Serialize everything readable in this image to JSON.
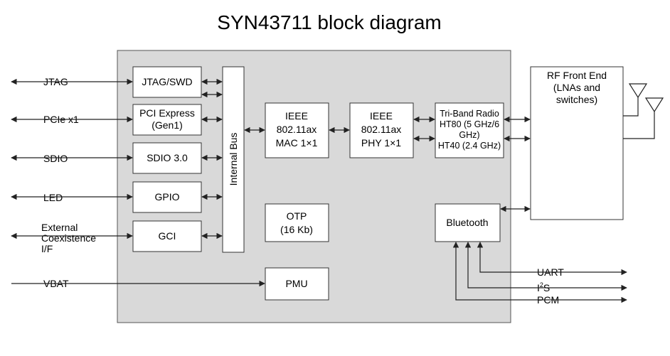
{
  "title": "SYN43711 block diagram",
  "external_signals": {
    "jtag": "JTAG",
    "pcie": "PCIe x1",
    "sdio": "SDIO",
    "led": "LED",
    "coex": [
      "External",
      "Coexistence",
      "I/F"
    ],
    "vbat": "VBAT",
    "uart": "UART",
    "i2s_base": "I",
    "i2s_sup": "2",
    "i2s_tail": "S",
    "pcm": "PCM"
  },
  "blocks": {
    "jtag_swd": "JTAG/SWD",
    "pci_express": [
      "PCI Express",
      "(Gen1)"
    ],
    "sdio3": "SDIO 3.0",
    "gpio": "GPIO",
    "gci": "GCI",
    "internal_bus": "Internal Bus",
    "mac": [
      "IEEE",
      "802.11ax",
      "MAC 1×1"
    ],
    "phy": [
      "IEEE",
      "802.11ax",
      "PHY 1×1"
    ],
    "radio": [
      "Tri-Band Radio",
      "HT80 (5 GHz/6",
      "GHz)",
      "HT40 (2.4 GHz)"
    ],
    "otp": [
      "OTP",
      "(16 Kb)"
    ],
    "pmu": "PMU",
    "bluetooth": "Bluetooth",
    "rf_front_end": [
      "RF Front End",
      "(LNAs and",
      "switches)"
    ]
  },
  "colors": {
    "chip_fill": "#d9d9d9",
    "block_fill": "#ffffff",
    "line": "#222222"
  }
}
